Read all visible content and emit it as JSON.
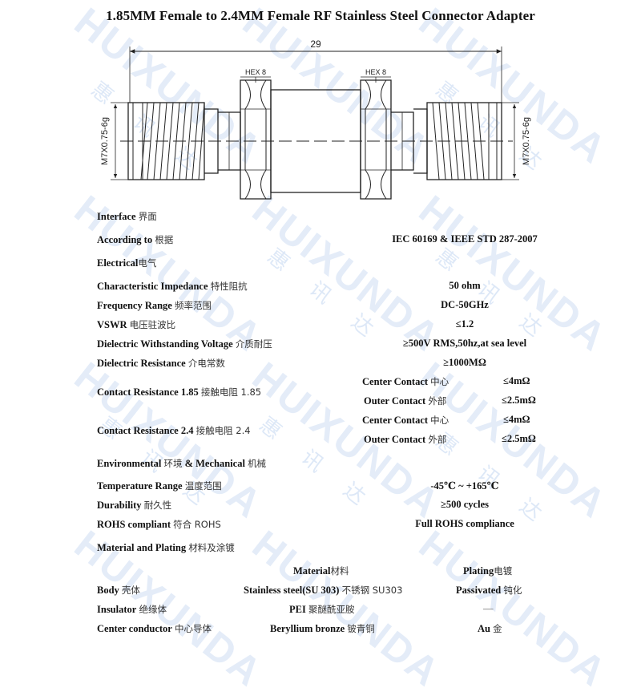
{
  "title": "1.85MM Female to 2.4MM Female RF Stainless Steel Connector Adapter",
  "watermark": {
    "latin": "HUIXUNDA",
    "chinese": "惠 讯 达",
    "color": "#5b8fd8"
  },
  "drawing": {
    "overall_length": "29",
    "hex_left": "HEX 8",
    "hex_right": "HEX 8",
    "thread_left": "M7X0.75-6g",
    "thread_right": "M7X0.75-6g"
  },
  "specs": {
    "interface": {
      "en": "Interface",
      "cn": "界面"
    },
    "according_to": {
      "en": "According to",
      "cn": "根据",
      "value": "IEC 60169 & IEEE STD 287-2007"
    },
    "electrical": {
      "en": "Electrical",
      "cn": "电气"
    },
    "impedance": {
      "en": "Characteristic Impedance",
      "cn": "特性阻抗",
      "value": "50 ohm"
    },
    "frequency": {
      "en": "Frequency Range",
      "cn": "频率范围",
      "value": "DC-50GHz"
    },
    "vswr": {
      "en": "VSWR",
      "cn": "电压驻波比",
      "value": "≤1.2"
    },
    "withstanding": {
      "en": "Dielectric Withstanding Voltage",
      "cn": "介质耐压",
      "value": "≥500V RMS,50hz,at sea level"
    },
    "dielectric_resistance": {
      "en": "Dielectric Resistance",
      "cn": "介电常数",
      "value": "≥1000MΩ"
    },
    "contact_185": {
      "en": "Contact Resistance 1.85",
      "cn": "接触电阻 1.85",
      "center_label": "Center Contact",
      "center_cn": "中心",
      "center_value": "≤4mΩ",
      "outer_label": "Outer Contact",
      "outer_cn": "外部",
      "outer_value": "≤2.5mΩ"
    },
    "contact_24": {
      "en": "Contact Resistance 2.4",
      "cn": "接触电阻 2.4",
      "center_label": "Center Contact",
      "center_cn": "中心",
      "center_value": "≤4mΩ",
      "outer_label": "Outer Contact",
      "outer_cn": "外部",
      "outer_value": "≤2.5mΩ"
    },
    "environmental": {
      "en": "Environmental",
      "cn": "环境",
      "en2": "& Mechanical",
      "cn2": "机械"
    },
    "temperature": {
      "en": "Temperature Range",
      "cn": "温度范围",
      "value": "-45℃ ~ +165℃"
    },
    "durability": {
      "en": "Durability",
      "cn": "耐久性",
      "value": "≥500 cycles"
    },
    "rohs": {
      "en": "ROHS compliant",
      "cn": "符合 ROHS",
      "value": "Full ROHS compliance"
    },
    "material_plating": {
      "en": "Material and Plating",
      "cn": "材料及涂镀"
    },
    "col_material": {
      "en": "Material",
      "cn": "材料"
    },
    "col_plating": {
      "en": "Plating",
      "cn": "电镀"
    },
    "body": {
      "en": "Body",
      "cn": "壳体",
      "material": "Stainless steel(SU 303)",
      "material_cn": "不锈钢 SU303",
      "plating": "Passivated",
      "plating_cn": "钝化"
    },
    "insulator": {
      "en": "Insulator",
      "cn": "绝缘体",
      "material": "PEI",
      "material_cn": "聚醚酰亚胺",
      "plating": "—"
    },
    "center_conductor": {
      "en": "Center conductor",
      "cn": "中心导体",
      "material": "Beryllium bronze",
      "material_cn": "铍青铜",
      "plating": "Au",
      "plating_cn": "金"
    }
  }
}
